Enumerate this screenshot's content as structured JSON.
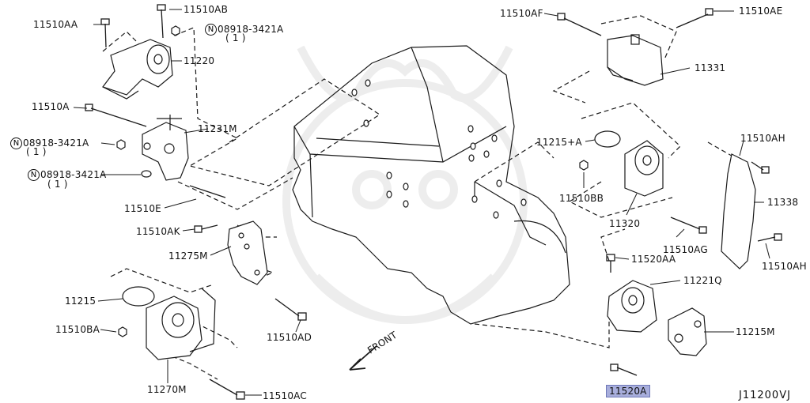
{
  "labels": {
    "p11510AA": "11510AA",
    "p11510AB": "11510AB",
    "p08918_a": "08918-3421A",
    "p08918_a_qty": "( 1 )",
    "p11220": "11220",
    "p11510A": "11510A",
    "p11231M": "11231M",
    "p08918_b": "08918-3421A",
    "p08918_b_qty": "( 1 )",
    "p08918_c": "08918-3421A",
    "p08918_c_qty": "( 1 )",
    "p11510E": "11510E",
    "p11510AK": "11510AK",
    "p11275M": "11275M",
    "p11215": "11215",
    "p11510BA": "11510BA",
    "p11270M": "11270M",
    "p11510AC": "11510AC",
    "p11510AD": "11510AD",
    "p11510AF": "11510AF",
    "p11510AE": "11510AE",
    "p11331": "11331",
    "p11215A": "11215+A",
    "p11510BB": "11510BB",
    "p11320": "11320",
    "p11510AH_top": "11510AH",
    "p11338": "11338",
    "p11510AH_bot": "11510AH",
    "p11510AG": "11510AG",
    "p11520AA": "11520AA",
    "p11221Q": "11221Q",
    "p11215M": "11215M",
    "p11520A": "11520A"
  },
  "nut_symbol": "N",
  "front_label": "FRONT",
  "diagram_code": "J11200VJ",
  "colors": {
    "highlight": "#a8aedc",
    "line": "#1a1a1a",
    "watermark": "#ececec"
  }
}
